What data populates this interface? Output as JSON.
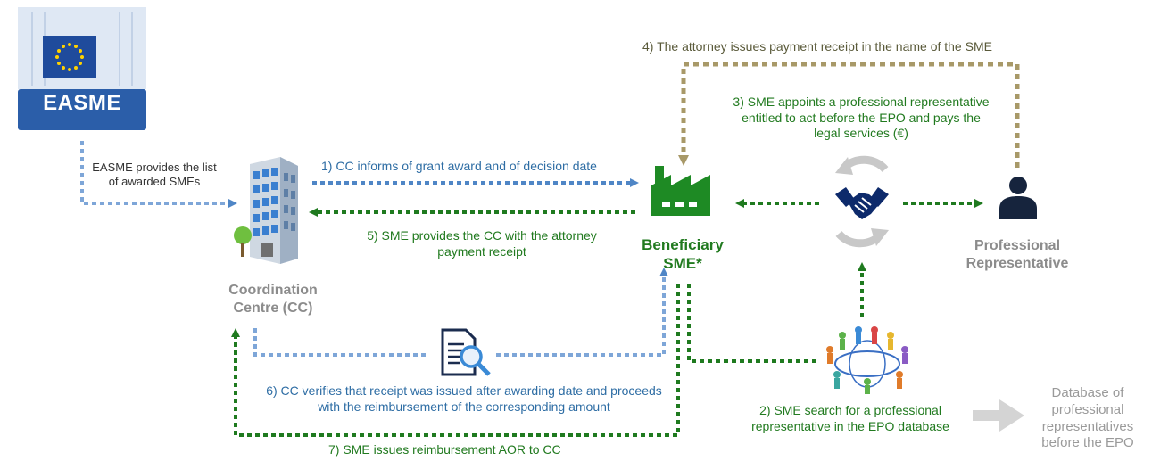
{
  "logo": {
    "text": "EASME"
  },
  "labels": {
    "easme_provides": "EASME provides the list of awarded SMEs",
    "step1": "1) CC informs of grant award and of decision date",
    "step2": "2) SME search for a professional representative in the EPO database",
    "step3": "3) SME appoints a professional representative entitled to act before the EPO and pays the legal services (€)",
    "step4": "4) The attorney issues payment receipt in the name of the SME",
    "step5": "5) SME provides the CC with the attorney payment receipt",
    "step6": "6) CC verifies that receipt was issued after awarding date and proceeds with the reimbursement of the corresponding amount",
    "step7": "7) SME issues reimbursement AOR to CC"
  },
  "nodes": {
    "cc": "Coordination Centre (CC)",
    "sme": "Beneficiary SME*",
    "rep": "Professional Representative",
    "database": "Database of professional representatives before the EPO"
  },
  "colors": {
    "blue": "#2e6da4",
    "green": "#217a1f",
    "olive": "#a89968",
    "grey": "#8c8c8c",
    "navy": "#0d2a6b"
  },
  "icons": [
    "eu-flag-icon",
    "office-building-icon",
    "factory-icon",
    "handshake-icon",
    "person-icon",
    "document-search-icon",
    "network-people-icon",
    "arrow-right-icon"
  ]
}
